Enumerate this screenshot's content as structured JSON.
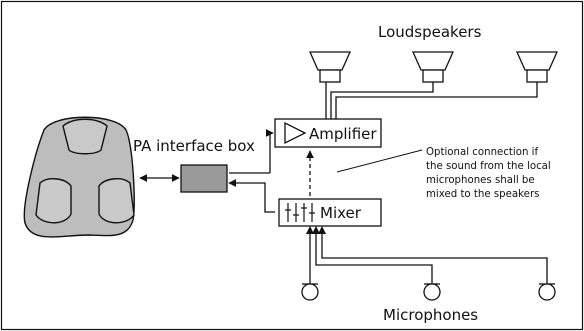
{
  "labels": {
    "loudspeakers": "Loudspeakers",
    "pa_interface_box": "PA interface box",
    "amplifier": "Amplifier",
    "mixer": "Mixer",
    "microphones": "Microphones"
  },
  "note_lines": [
    "Optional connection if",
    "the sound from the local",
    "microphones shall be",
    "mixed to the speakers"
  ],
  "colors": {
    "line": "#111111",
    "pa_box_fill": "#9a9a9a",
    "speakerphone_fill": "#bdbdbd",
    "background": "#ffffff"
  }
}
